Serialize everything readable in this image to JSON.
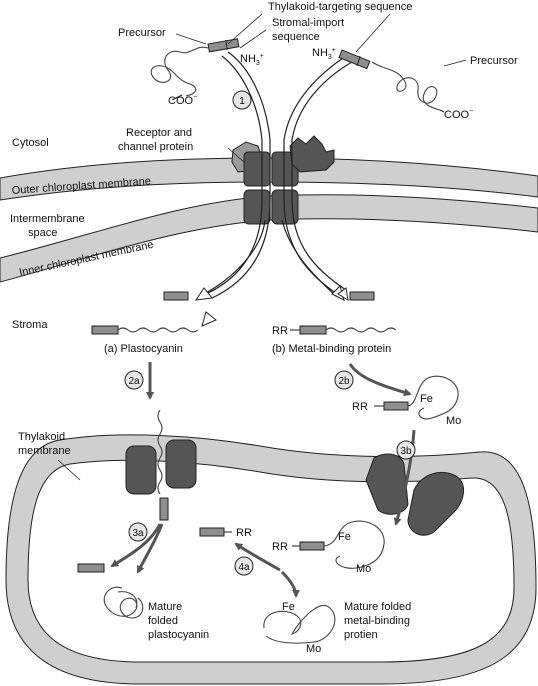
{
  "labels": {
    "thylakoid_targeting": "Thylakoid-targeting sequence",
    "stromal_import_1": "Stromal-import",
    "stromal_import_2": "sequence",
    "precursor_left": "Precursor",
    "precursor_right": "Precursor",
    "nh3_left": "NH",
    "nh3_right": "NH",
    "nh3_sub": "3",
    "nh3_sup": "+",
    "coo_left": "COO",
    "coo_right": "COO",
    "coo_sup": "−",
    "receptor_1": "Receptor and",
    "receptor_2": "channel protein",
    "cytosol": "Cytosol",
    "outer_membrane": "Outer chloroplast membrane",
    "intermembrane_1": "Intermembrane",
    "intermembrane_2": "space",
    "inner_membrane": "Inner chloroplast membrane",
    "stroma": "Stroma",
    "plastocyanin": "(a) Plastocyanin",
    "metal_binding": "(b) Metal-binding protein",
    "rr_stroma": "RR",
    "rr_2b": "RR",
    "rr_thylakoid": "RR",
    "rr_cleaved": "RR",
    "fe_2b": "Fe",
    "mo_2b": "Mo",
    "fe_thylakoid": "Fe",
    "mo_thylakoid": "Mo",
    "fe_mature": "Fe",
    "mo_mature": "Mo",
    "thylakoid_membrane_1": "Thylakoid",
    "thylakoid_membrane_2": "membrane",
    "mature_plasto_1": "Mature",
    "mature_plasto_2": "folded",
    "mature_plasto_3": "plastocyanin",
    "mature_metal_1": "Mature folded",
    "mature_metal_2": "metal-binding",
    "mature_metal_3": "protien"
  },
  "steps": {
    "s1": "1",
    "s2a": "2a",
    "s2b": "2b",
    "s3a": "3a",
    "s3b": "3b",
    "s4a": "4a"
  },
  "colors": {
    "membrane_fill": "#cfcfcf",
    "channel_fill": "#5a5a5a",
    "signal_fill": "#8e8e8e",
    "arrow_fill": "#6b6b6b",
    "line": "#1a1a1a"
  }
}
